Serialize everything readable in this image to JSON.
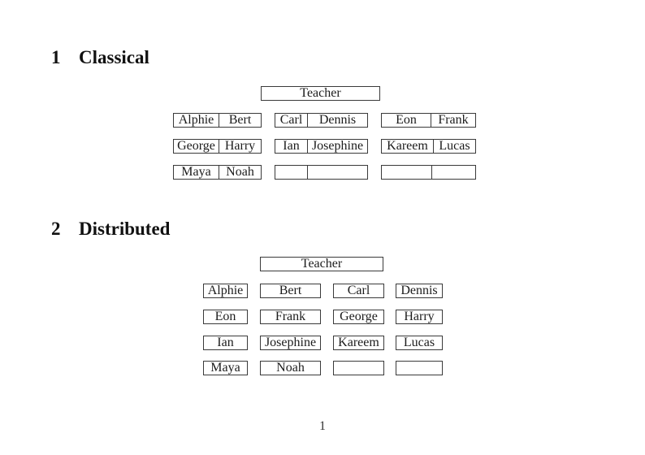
{
  "sections": {
    "classical": {
      "number": "1",
      "title": "Classical",
      "teacher_label": "Teacher",
      "desks": [
        {
          "left": "Alphie",
          "right": "Bert"
        },
        {
          "left": "Carl",
          "right": "Dennis"
        },
        {
          "left": "Eon",
          "right": "Frank"
        },
        {
          "left": "George",
          "right": "Harry"
        },
        {
          "left": "Ian",
          "right": "Josephine"
        },
        {
          "left": "Kareem",
          "right": "Lucas"
        },
        {
          "left": "Maya",
          "right": "Noah"
        },
        {
          "left": "",
          "right": ""
        },
        {
          "left": "",
          "right": ""
        }
      ]
    },
    "distributed": {
      "number": "2",
      "title": "Distributed",
      "teacher_label": "Teacher",
      "desks": [
        "Alphie",
        "Bert",
        "Carl",
        "Dennis",
        "Eon",
        "Frank",
        "George",
        "Harry",
        "Ian",
        "Josephine",
        "Kareem",
        "Lucas",
        "Maya",
        "Noah",
        "",
        ""
      ]
    }
  },
  "footer": {
    "page_number": "1"
  }
}
